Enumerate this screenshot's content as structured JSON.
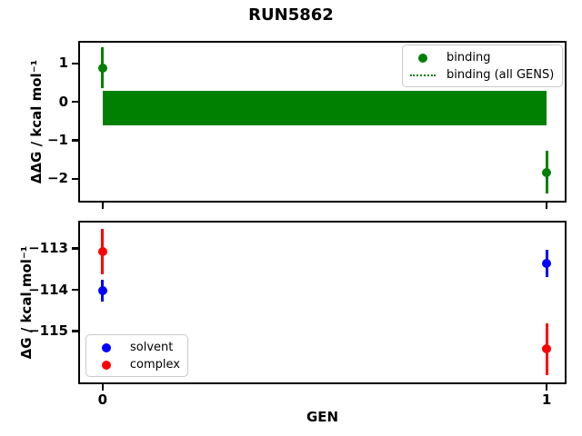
{
  "title": "RUN5862",
  "xlabel": "GEN",
  "chart_data": [
    {
      "type": "scatter",
      "name": "ddg",
      "ylabel": "ΔΔG / kcal mol⁻¹",
      "xlabel": "",
      "xlim": [
        -0.055,
        1.045
      ],
      "ylim": [
        -2.62,
        1.59
      ],
      "xticks": [
        0,
        1
      ],
      "yticks": [
        1,
        0,
        -1,
        -2
      ],
      "grid": false,
      "series": [
        {
          "name": "binding",
          "color": "#008000",
          "marker": "dot",
          "x": [
            0,
            1
          ],
          "y": [
            0.89,
            -1.83
          ],
          "yerr": [
            0.54,
            0.55
          ]
        }
      ],
      "band": {
        "name": "binding (all GENS)",
        "color": "#008000",
        "x": [
          0,
          1
        ],
        "center": -0.16,
        "hi": 0.29,
        "lo": -0.61
      },
      "legend": {
        "position": "upper right",
        "items": [
          {
            "marker": "dot",
            "color": "#008000",
            "label": "binding"
          },
          {
            "marker": "dotted-line",
            "color": "#008000",
            "label": "binding (all GENS)"
          }
        ]
      }
    },
    {
      "type": "scatter",
      "name": "dg",
      "ylabel": "ΔG / kcal mol⁻¹",
      "xlabel": "GEN",
      "xlim": [
        -0.055,
        1.045
      ],
      "ylim": [
        -116.28,
        -112.33
      ],
      "xticks": [
        0,
        1
      ],
      "yticks": [
        -113,
        -114,
        -115
      ],
      "grid": false,
      "series": [
        {
          "name": "solvent",
          "color": "#0000ff",
          "marker": "dot",
          "x": [
            0,
            1
          ],
          "y": [
            -114.02,
            -113.37
          ],
          "yerr": [
            0.26,
            0.33
          ]
        },
        {
          "name": "complex",
          "color": "#ff0000",
          "marker": "dot",
          "x": [
            0,
            1
          ],
          "y": [
            -113.07,
            -115.43
          ],
          "yerr": [
            0.55,
            0.62
          ]
        }
      ],
      "legend": {
        "position": "lower left",
        "items": [
          {
            "marker": "dot",
            "color": "#0000ff",
            "label": "solvent"
          },
          {
            "marker": "dot",
            "color": "#ff0000",
            "label": "complex"
          }
        ]
      }
    }
  ]
}
